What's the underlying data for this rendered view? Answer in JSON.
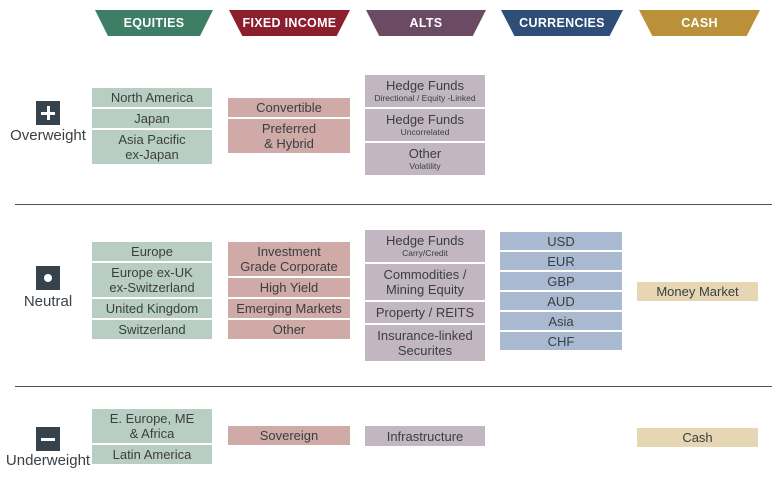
{
  "colors": {
    "equities_header": "#3e7d66",
    "equities_cell": "#b9cec3",
    "fixed_income_header": "#8c1f2e",
    "fixed_income_cell": "#cfaaa6",
    "alts_header": "#6b4a63",
    "alts_cell": "#c3b6c3",
    "currencies_header": "#2e4d77",
    "currencies_cell": "#a9b9d1",
    "cash_header": "#ba9138",
    "cash_cell": "#e6d6b3",
    "row_icon_bg": "#36424c",
    "text": "#3a3e41",
    "divider": "#4d5257"
  },
  "columns": [
    {
      "label": "EQUITIES"
    },
    {
      "label": "FIXED INCOME"
    },
    {
      "label": "ALTS"
    },
    {
      "label": "CURRENCIES"
    },
    {
      "label": "CASH"
    }
  ],
  "matrix": {
    "overweight": {
      "label": "Overweight",
      "icon": "plus-icon",
      "equities": [
        {
          "line1": "North America"
        },
        {
          "line1": "Japan"
        },
        {
          "line1": "Asia Pacific",
          "line2": "ex-Japan"
        }
      ],
      "fixed_income": [
        {
          "line1": "Convertible"
        },
        {
          "line1": "Preferred",
          "line2": "& Hybrid"
        }
      ],
      "alts": [
        {
          "line1": "Hedge Funds",
          "sub": "Directional / Equity -Linked"
        },
        {
          "line1": "Hedge Funds",
          "sub": "Uncorrelated"
        },
        {
          "line1": "Other",
          "sub": "Volatility"
        }
      ]
    },
    "neutral": {
      "label": "Neutral",
      "icon": "dot-icon",
      "equities": [
        {
          "line1": "Europe"
        },
        {
          "line1": "Europe ex-UK",
          "line2": "ex-Switzerland"
        },
        {
          "line1": "United Kingdom"
        },
        {
          "line1": "Switzerland"
        }
      ],
      "fixed_income": [
        {
          "line1": "Investment",
          "line2": "Grade Corporate"
        },
        {
          "line1": "High Yield"
        },
        {
          "line1": "Emerging Markets"
        },
        {
          "line1": "Other"
        }
      ],
      "alts": [
        {
          "line1": "Hedge Funds",
          "sub": "Carry/Credit"
        },
        {
          "line1": "Commodities /",
          "line2": "Mining Equity"
        },
        {
          "line1": "Property / REITS"
        },
        {
          "line1": "Insurance-linked",
          "line2": "Securites"
        }
      ],
      "currencies": [
        {
          "line1": "USD"
        },
        {
          "line1": "EUR"
        },
        {
          "line1": "GBP"
        },
        {
          "line1": "AUD"
        },
        {
          "line1": "Asia"
        },
        {
          "line1": "CHF"
        }
      ],
      "cash": [
        {
          "line1": "Money Market"
        }
      ]
    },
    "underweight": {
      "label": "Underweight",
      "icon": "minus-icon",
      "equities": [
        {
          "line1": "E. Europe, ME",
          "line2": "& Africa"
        },
        {
          "line1": "Latin America"
        }
      ],
      "fixed_income": [
        {
          "line1": "Sovereign"
        }
      ],
      "alts": [
        {
          "line1": "Infrastructure"
        }
      ],
      "cash": [
        {
          "line1": "Cash"
        }
      ]
    }
  }
}
